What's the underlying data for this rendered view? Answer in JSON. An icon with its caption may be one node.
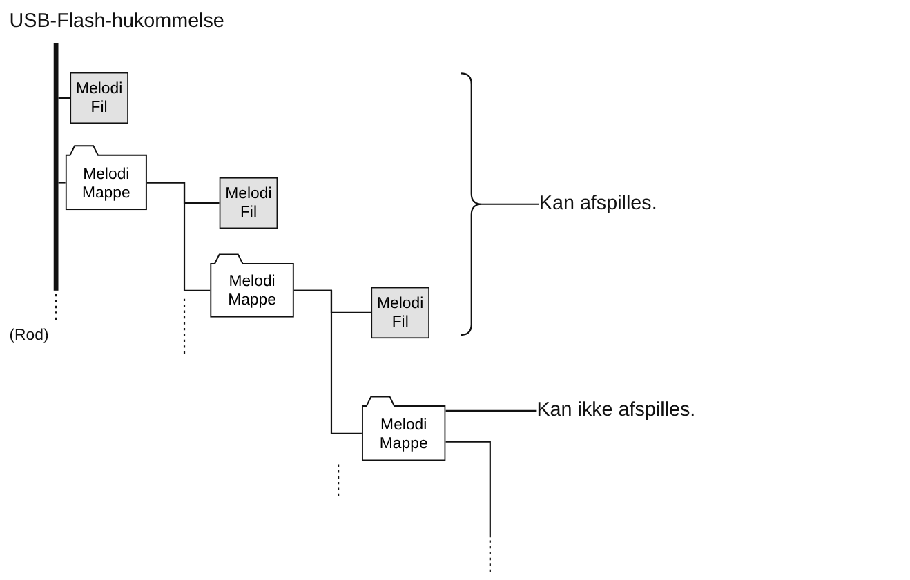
{
  "diagram": {
    "title": "USB-Flash-hukommelse",
    "nodes": [
      {
        "text": [],
        "shape": "bar",
        "beside": [
          "(Rod)"
        ]
      },
      {
        "text": [
          "Melodi Fil"
        ]
      },
      {
        "text": [
          "Melodi Mappe"
        ]
      },
      {
        "text": [
          "Melodi Fil"
        ]
      },
      {
        "text": [
          "Melodi Mappe"
        ]
      },
      {
        "text": [
          "Melodi Fil"
        ]
      },
      {
        "text": [
          "Melodi Mappe"
        ]
      },
      {
        "text": [],
        "shape": "bracket"
      },
      {
        "text": [
          "Kan afspilles."
        ]
      },
      {
        "text": [
          "Kan ikke afspilles."
        ]
      }
    ],
    "edges": [
      {
        "from": 0,
        "to": 1,
        "arrow": "none"
      },
      {
        "from": 0,
        "to": 2,
        "arrow": "none"
      },
      {
        "from": 2,
        "to": 3,
        "arrow": "none"
      },
      {
        "from": 2,
        "to": 4,
        "arrow": "none"
      },
      {
        "from": 4,
        "to": 5,
        "arrow": "none"
      },
      {
        "from": 4,
        "to": 6,
        "arrow": "none"
      },
      {
        "from": 8,
        "to": 7,
        "arrow": "none"
      },
      {
        "from": 9,
        "to": 6,
        "arrow": "none"
      },
      {
        "from": 6,
        "to": null,
        "arrow": "none"
      }
    ]
  }
}
